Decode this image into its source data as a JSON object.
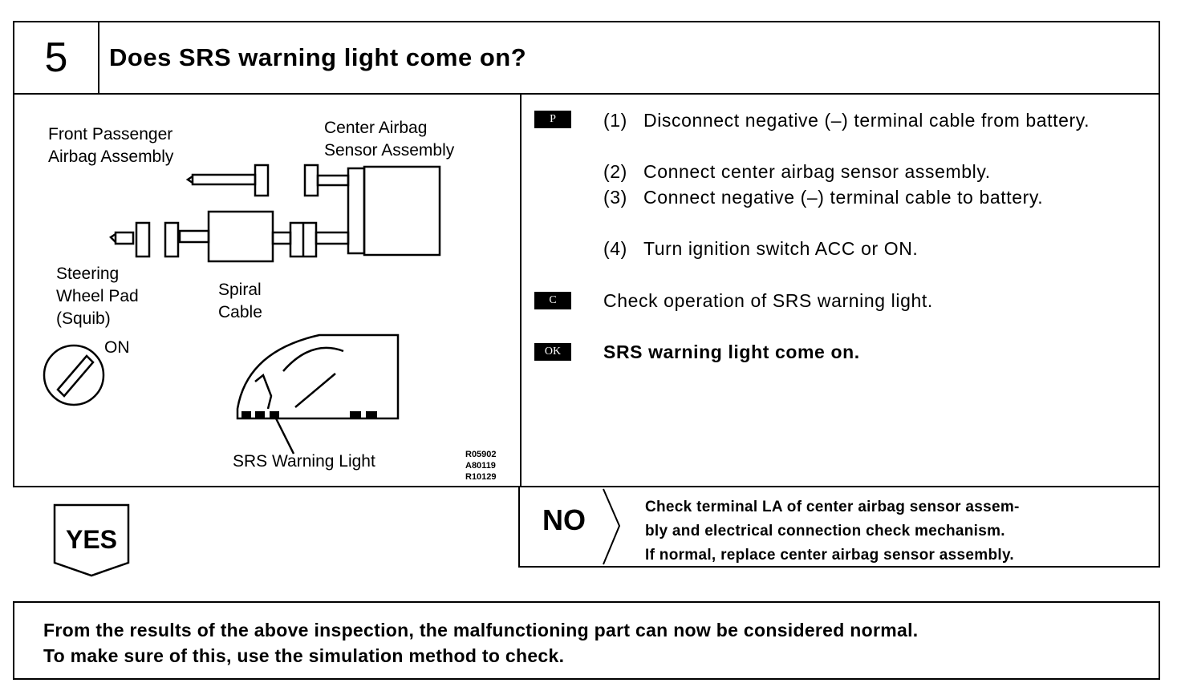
{
  "header": {
    "step_number": "5",
    "title": "Does SRS warning light come on?"
  },
  "diagram": {
    "labels": {
      "front_passenger_1": "Front Passenger",
      "front_passenger_2": "Airbag Assembly",
      "center_airbag_1": "Center Airbag",
      "center_airbag_2": "Sensor Assembly",
      "steering_1": "Steering",
      "steering_2": "Wheel Pad",
      "steering_3": "(Squib)",
      "spiral_1": "Spiral",
      "spiral_2": "Cable",
      "on": "ON",
      "srs_warning_light": "SRS Warning Light"
    },
    "codes": [
      "R05902",
      "A80119",
      "R10129"
    ]
  },
  "procedure": {
    "prep_badge": "P",
    "steps": [
      {
        "num": "(1)",
        "text": "Disconnect negative (–) terminal cable from battery."
      },
      {
        "num": "(2)",
        "text": "Connect center airbag sensor assembly."
      },
      {
        "num": "(3)",
        "text": "Connect negative (–) terminal cable to battery."
      },
      {
        "num": "(4)",
        "text": "Turn ignition switch ACC or ON."
      }
    ],
    "check_badge": "C",
    "check_text": "Check operation of SRS warning light.",
    "ok_badge": "OK",
    "ok_text": "SRS warning light come on."
  },
  "yes_label": "YES",
  "no": {
    "label": "NO",
    "lines": [
      "Check terminal LA of center airbag sensor assem-",
      "bly and electrical connection check mechanism.",
      "If normal, replace center airbag sensor assembly."
    ]
  },
  "bottom": {
    "line1": "From the results of the above inspection, the malfunctioning part can now be considered normal.",
    "line2": "To make sure of this, use the simulation method to check."
  }
}
